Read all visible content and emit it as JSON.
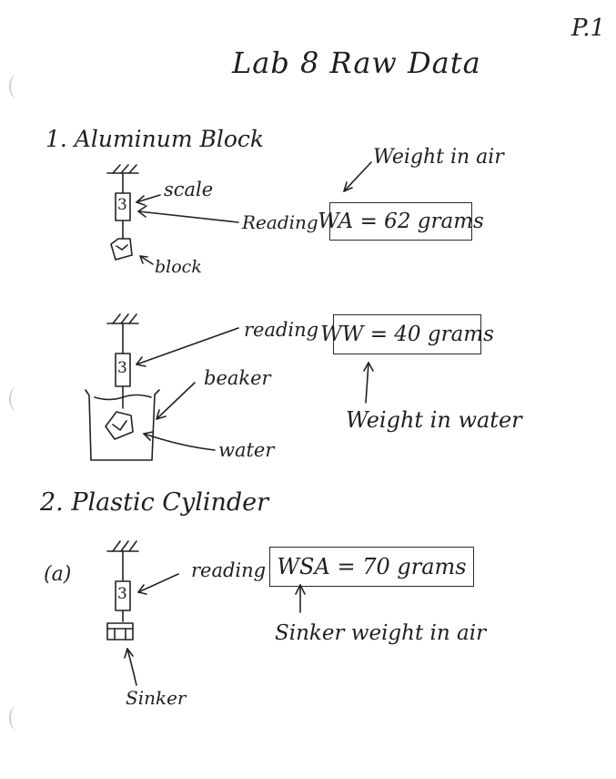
{
  "page_number": "P.1",
  "title": "Lab 8  Raw Data",
  "section1": {
    "heading": "1. Aluminum Block",
    "labels": {
      "weight_in_air": "Weight in air",
      "scale": "scale",
      "reading_1": "Reading",
      "block": "block",
      "reading_2": "reading",
      "beaker": "beaker",
      "weight_in_water": "Weight in water",
      "water": "water"
    },
    "box_air": "WA = 62 grams",
    "box_water": "WW = 40 grams",
    "scale_mark": "3"
  },
  "section2": {
    "heading": "2. Plastic Cylinder",
    "part": "(a)",
    "labels": {
      "reading": "reading",
      "sinker_weight_in_air": "Sinker weight in air",
      "sinker": "Sinker"
    },
    "box_sinker": "WSA = 70 grams",
    "scale_mark": "3"
  }
}
